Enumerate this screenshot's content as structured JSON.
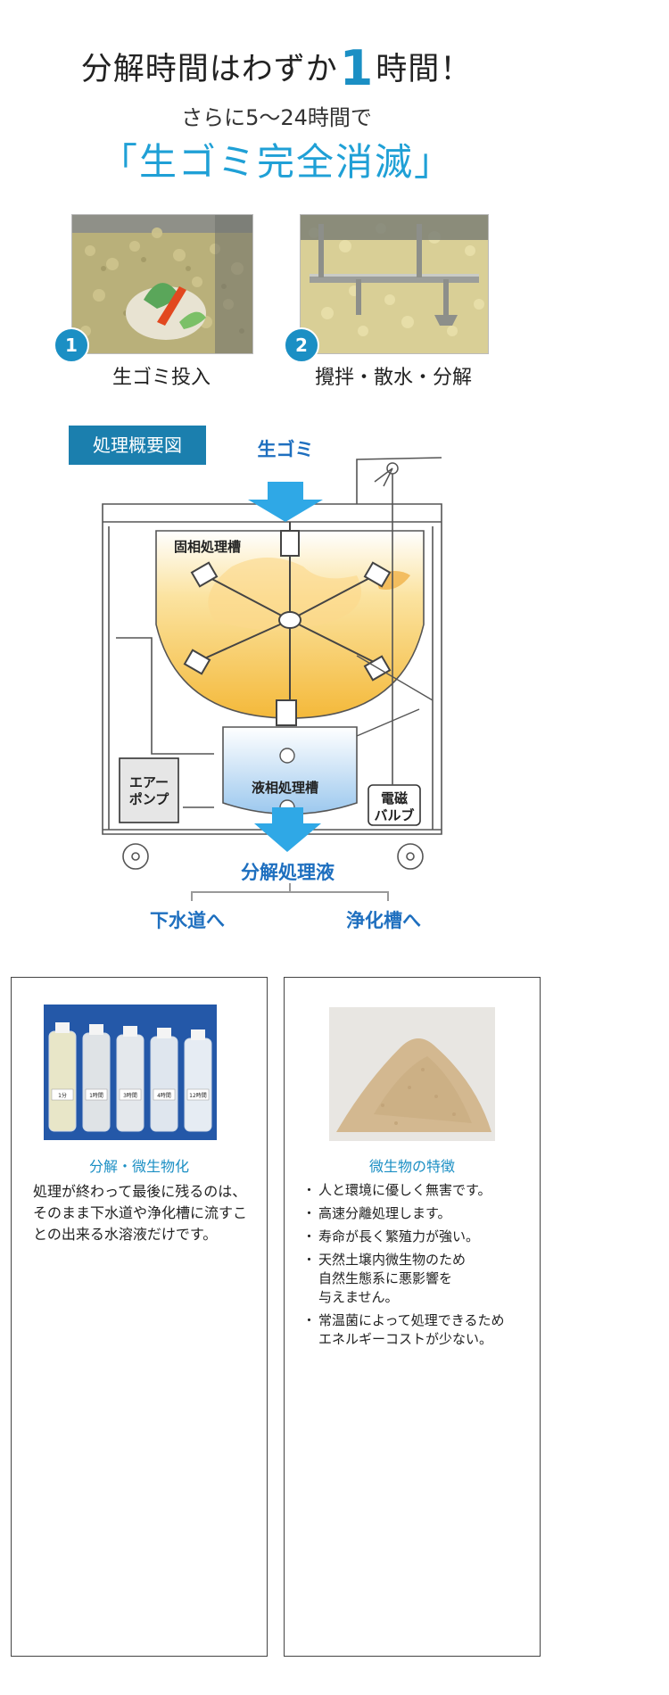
{
  "header": {
    "line1_before": "分解時間はわずか",
    "line1_number": "1",
    "line1_after": "時間！",
    "line2": "さらに5〜24時間で",
    "line3": "「生ゴミ完全消滅」"
  },
  "steps": [
    {
      "number": "1",
      "caption": "生ゴミ投入"
    },
    {
      "number": "2",
      "caption": "攪拌・散水・分解"
    }
  ],
  "diagram": {
    "label": "処理概要図",
    "input": "生ゴミ",
    "solid_tank": "固相処理槽",
    "liquid_tank": "液相処理槽",
    "air_pump_line1": "エアー",
    "air_pump_line2": "ポンプ",
    "valve_line1": "電磁",
    "valve_line2": "バルブ",
    "output": "分解処理液",
    "dest_left": "下水道へ",
    "dest_right": "浄化槽へ"
  },
  "cards": [
    {
      "title": "分解・微生物化",
      "bottle_labels": [
        "1分",
        "1時間",
        "3時間",
        "4時間",
        "12時間"
      ],
      "body": "処理が終わって最後に残るのは、そのまま下水道や浄化槽に流すことの出来る水溶液だけです。"
    },
    {
      "title": "微生物の特徴",
      "bullets": [
        "人と環境に優しく無害です。",
        "高速分離処理します。",
        "寿命が長く繁殖力が強い。",
        "天然土壌内微生物のため\n自然生態系に悪影響を\n与えません。",
        "常温菌によって処理できるため\nエネルギーコストが少ない。"
      ]
    }
  ],
  "colors": {
    "accent": "#1b8fc4",
    "diagram_blue": "#1e6fbf",
    "arrow": "#2fa8e6",
    "tank_fill": "#f7c94a"
  }
}
